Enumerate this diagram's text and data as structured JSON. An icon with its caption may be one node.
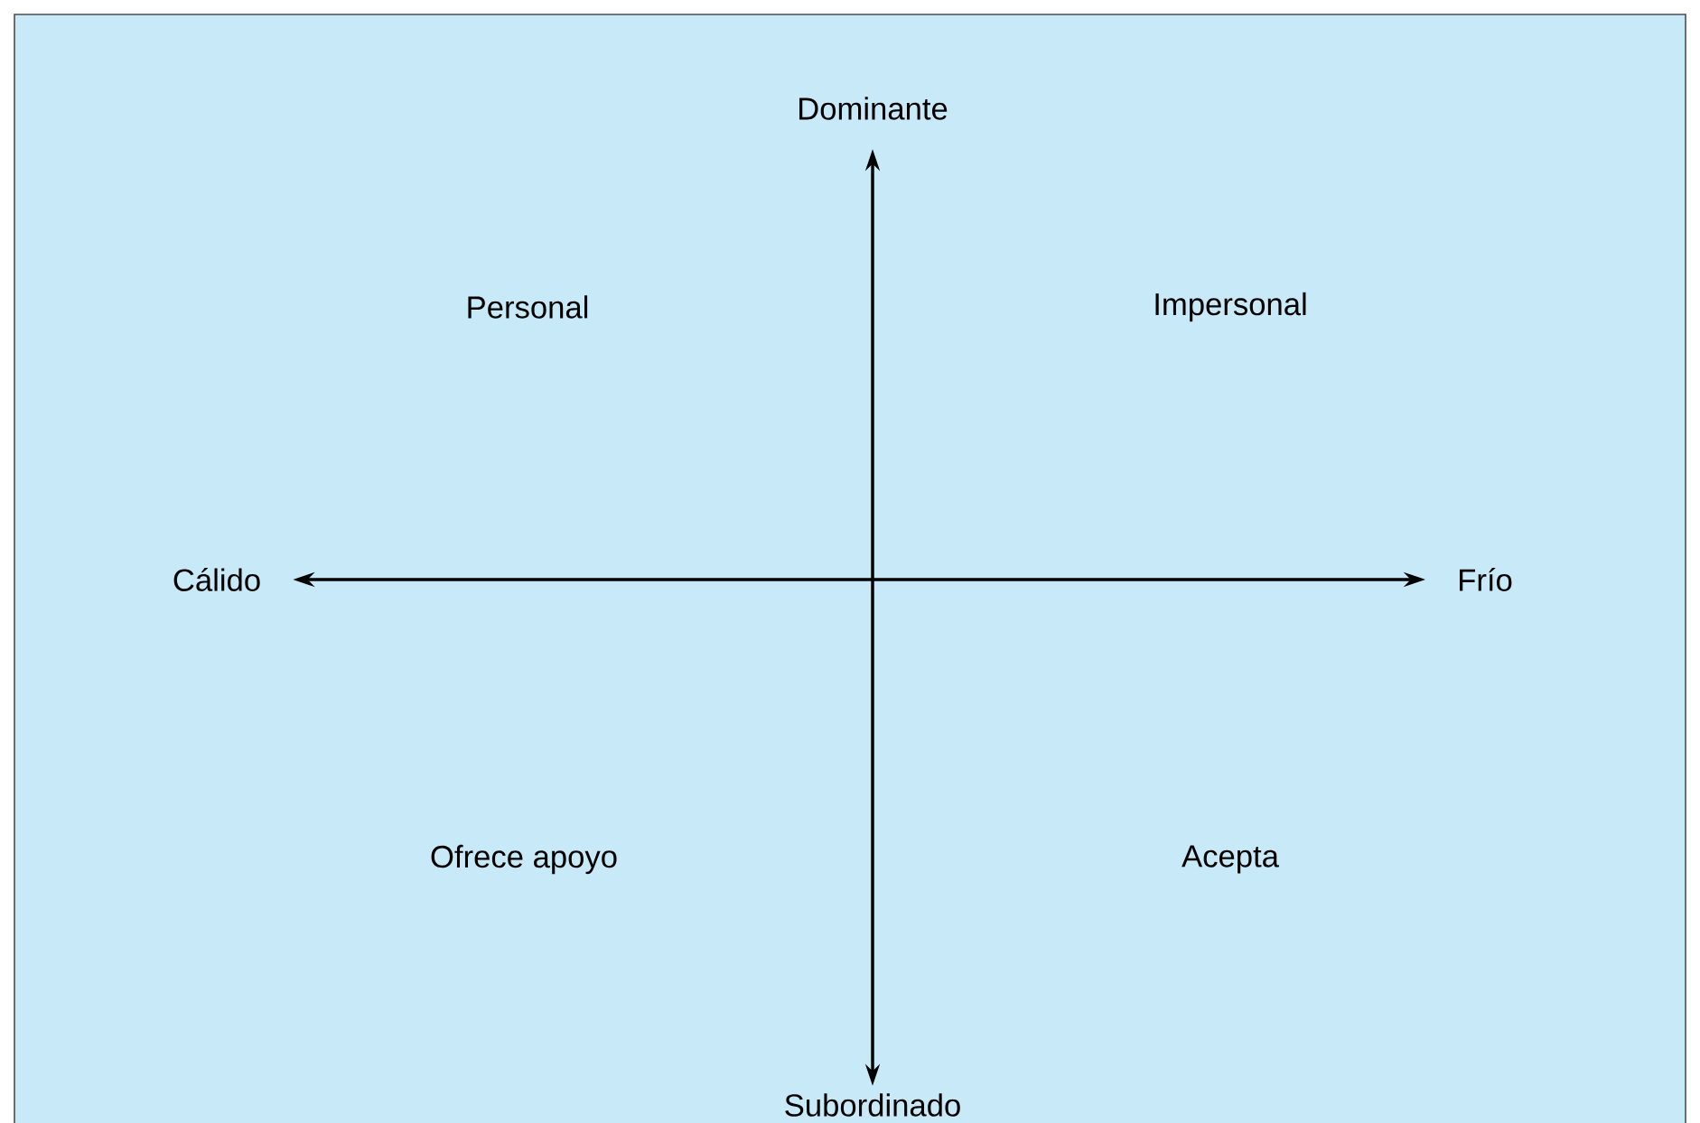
{
  "diagram": {
    "nodes": [
      {
        "text": [
          "Dominante"
        ]
      },
      {
        "text": [
          "Subordinado"
        ]
      },
      {
        "text": [
          "Cálido"
        ]
      },
      {
        "text": [
          "Frío"
        ]
      }
    ],
    "edges": [
      {
        "from": 1,
        "to": 0,
        "arrow": "both"
      },
      {
        "from": 2,
        "to": 3,
        "arrow": "both"
      }
    ],
    "labels": [
      "Personal",
      "Impersonal",
      "Ofrece apoyo",
      "Acepta"
    ]
  }
}
